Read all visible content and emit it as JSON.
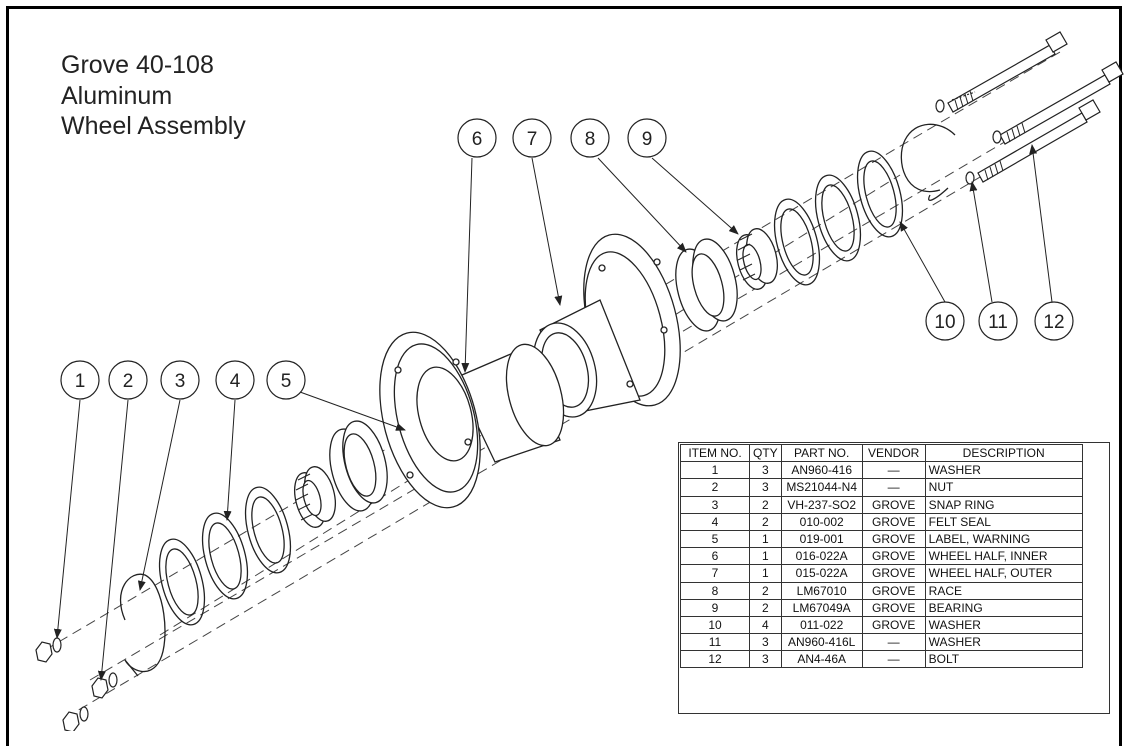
{
  "title_lines": [
    "Grove 40-108",
    "Aluminum",
    "Wheel Assembly"
  ],
  "callouts": [
    "1",
    "2",
    "3",
    "4",
    "5",
    "6",
    "7",
    "8",
    "9",
    "10",
    "11",
    "12"
  ],
  "bom": {
    "headers": [
      "ITEM NO.",
      "QTY",
      "PART NO.",
      "VENDOR",
      "DESCRIPTION"
    ],
    "rows": [
      [
        "1",
        "3",
        "AN960-416",
        "—",
        "WASHER"
      ],
      [
        "2",
        "3",
        "MS21044-N4",
        "—",
        "NUT"
      ],
      [
        "3",
        "2",
        "VH-237-SO2",
        "GROVE",
        "SNAP RING"
      ],
      [
        "4",
        "2",
        "010-002",
        "GROVE",
        "FELT SEAL"
      ],
      [
        "5",
        "1",
        "019-001",
        "GROVE",
        "LABEL, WARNING"
      ],
      [
        "6",
        "1",
        "016-022A",
        "GROVE",
        "WHEEL HALF, INNER"
      ],
      [
        "7",
        "1",
        "015-022A",
        "GROVE",
        "WHEEL HALF, OUTER"
      ],
      [
        "8",
        "2",
        "LM67010",
        "GROVE",
        "RACE"
      ],
      [
        "9",
        "2",
        "LM67049A",
        "GROVE",
        "BEARING"
      ],
      [
        "10",
        "4",
        "011-022",
        "GROVE",
        "WASHER"
      ],
      [
        "11",
        "3",
        "AN960-416L",
        "—",
        "WASHER"
      ],
      [
        "12",
        "3",
        "AN4-46A",
        "—",
        "BOLT"
      ]
    ]
  }
}
